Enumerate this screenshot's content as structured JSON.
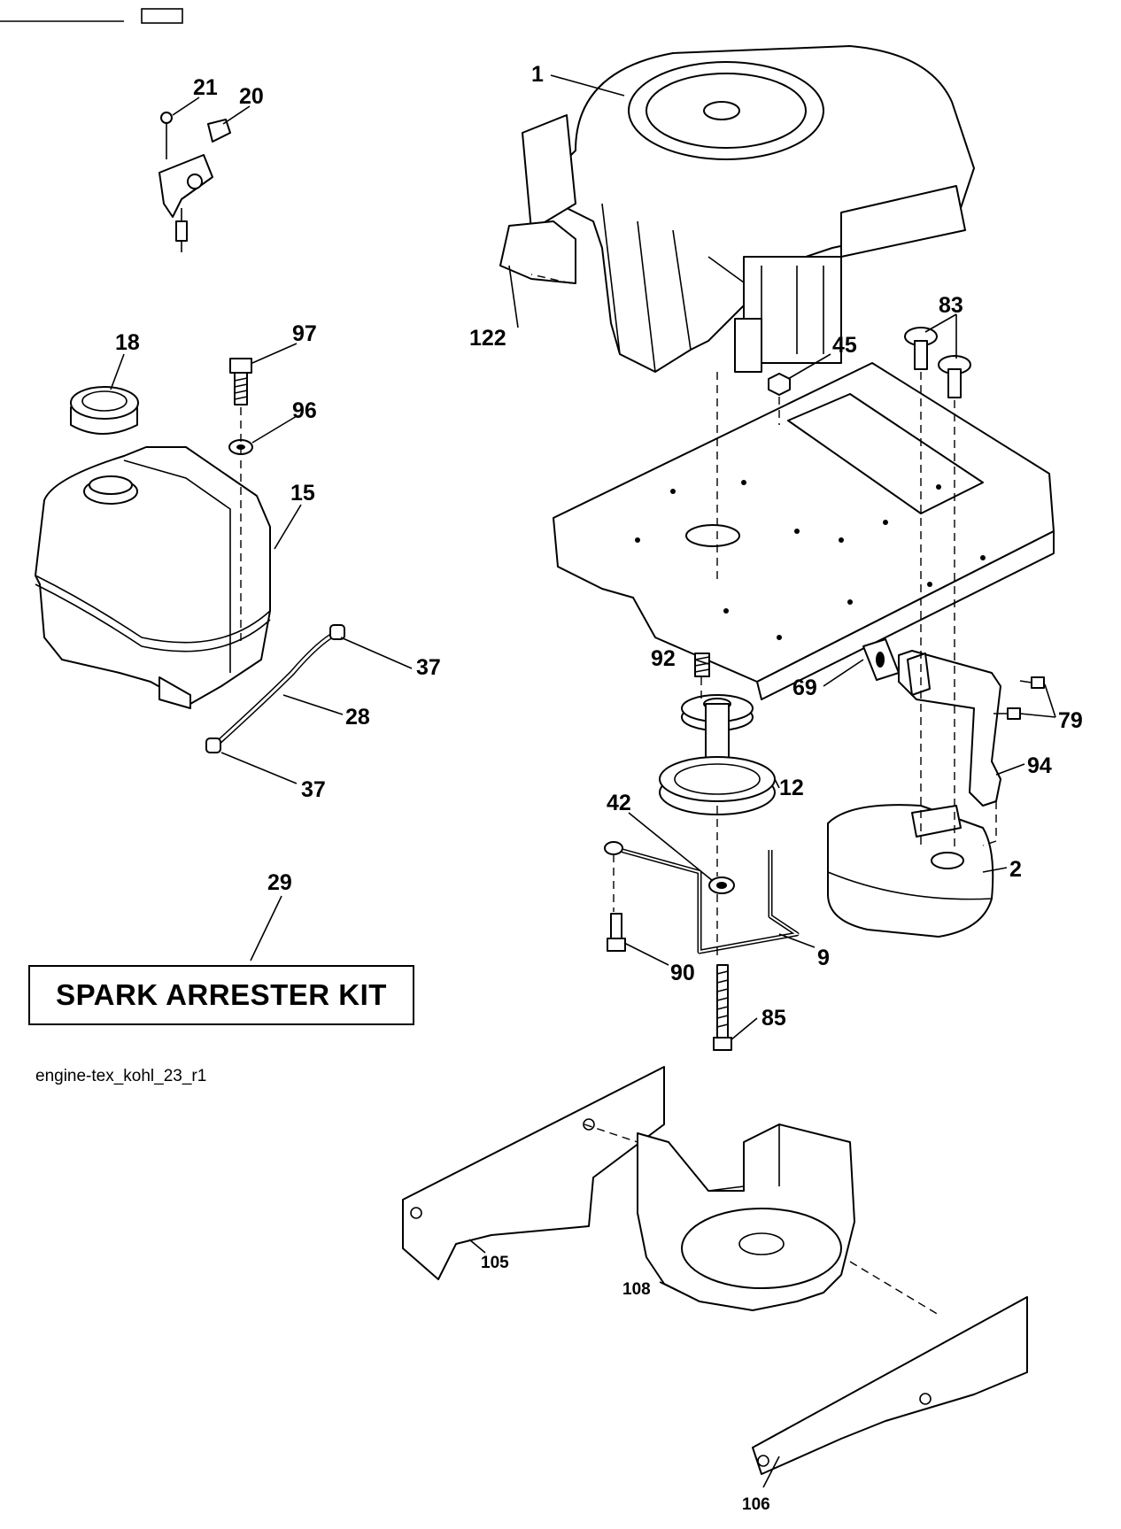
{
  "kit_box": {
    "text": "SPARK ARRESTER KIT"
  },
  "file_reference": "engine-tex_kohl_23_r1",
  "part_labels": {
    "p1": "1",
    "p2": "2",
    "p9": "9",
    "p12": "12",
    "p15": "15",
    "p18": "18",
    "p20": "20",
    "p21": "21",
    "p28": "28",
    "p29": "29",
    "p37a": "37",
    "p37b": "37",
    "p42": "42",
    "p45": "45",
    "p69": "69",
    "p79": "79",
    "p83": "83",
    "p85": "85",
    "p90": "90",
    "p92": "92",
    "p94": "94",
    "p96": "96",
    "p97": "97",
    "p105": "105",
    "p106": "106",
    "p108": "108",
    "p122": "122"
  }
}
